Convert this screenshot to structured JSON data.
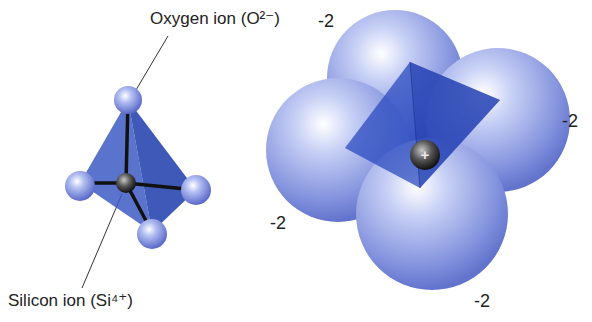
{
  "diagram": {
    "labels": [
      "Oxygen ion (O²⁻)",
      "Silicon ion (Si⁴⁺)",
      "-2",
      "-2",
      "-2",
      "-2",
      "+"
    ]
  }
}
